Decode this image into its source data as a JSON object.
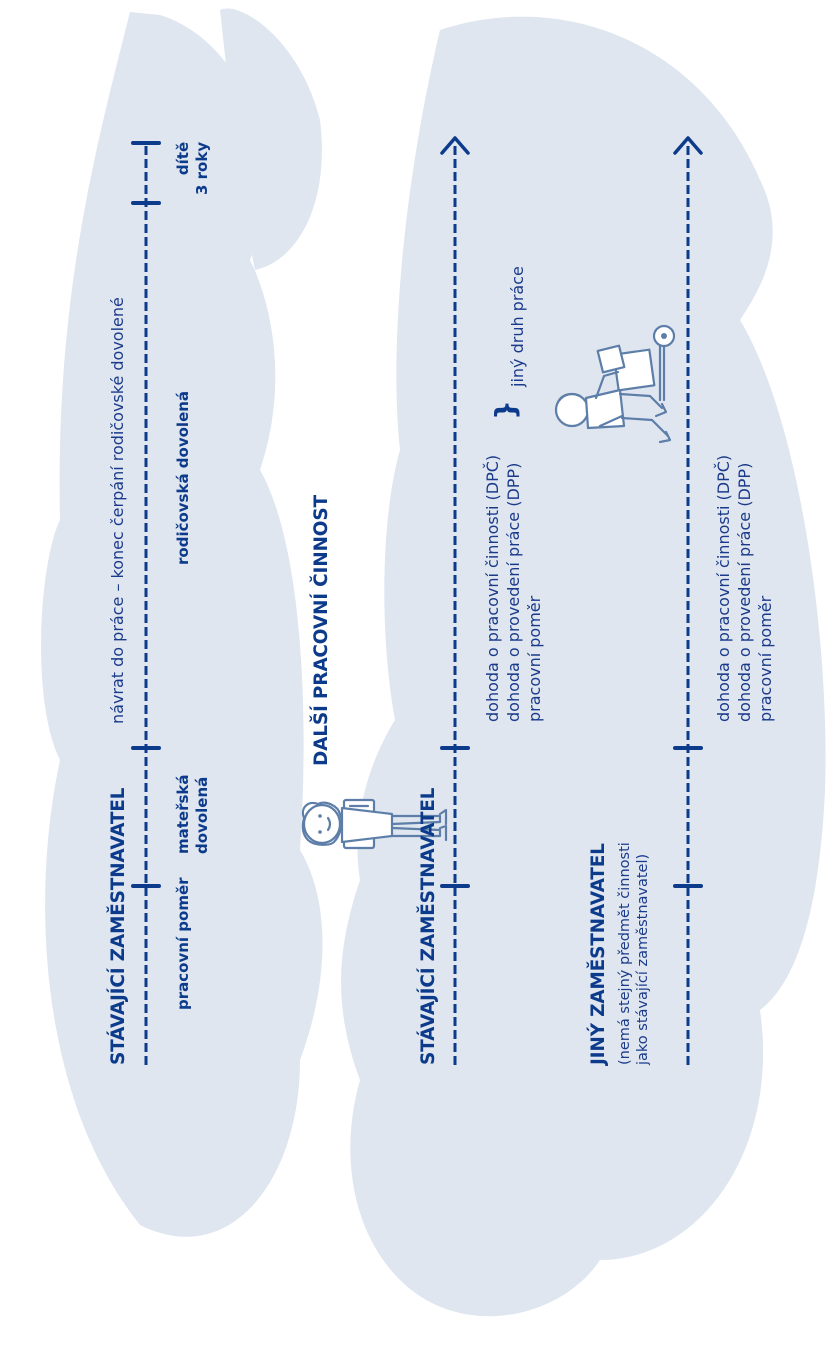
{
  "top_panel": {
    "employer_label": "STÁVAJÍCÍ ZAMĚSTNAVATEL",
    "employment_label": "pracovní poměr",
    "maternity_label": [
      "mateřská",
      "dovolená"
    ],
    "parental_label": "rodičovská dovolená",
    "child_label": [
      "dítě",
      "3 roky"
    ],
    "return_label": "návrat do práce – konec čerpání rodičovské dovolené"
  },
  "section_title": "DALŠÍ PRACOVNÍ ČINNOST",
  "current_employer": {
    "label": "STÁVAJÍCÍ ZAMĚSTNAVATEL",
    "options": [
      "dohoda o pracovní činnosti (DPČ)",
      "dohoda o provedení práce (DPP)",
      "pracovní poměr"
    ],
    "brace": "}",
    "note": "jiný druh práce"
  },
  "other_employer": {
    "label": "JINÝ ZAMĚSTNAVATEL",
    "sublabel": [
      "(nemá stejný předmět činnosti",
      "jako stávající zaměstnavatel)"
    ],
    "options": [
      "dohoda o pracovní činnosti (DPČ)",
      "dohoda o provedení práce (DPP)",
      "pracovní poměr"
    ]
  },
  "colors": {
    "cloud": "#dfe6f0",
    "line": "#0d3b8c",
    "text": "#1a3a8a",
    "figure_stroke": "#5d7ea8"
  },
  "icons": [
    "reading-person-icon",
    "person-with-hand-truck-icon",
    "arrow-right-icon"
  ]
}
